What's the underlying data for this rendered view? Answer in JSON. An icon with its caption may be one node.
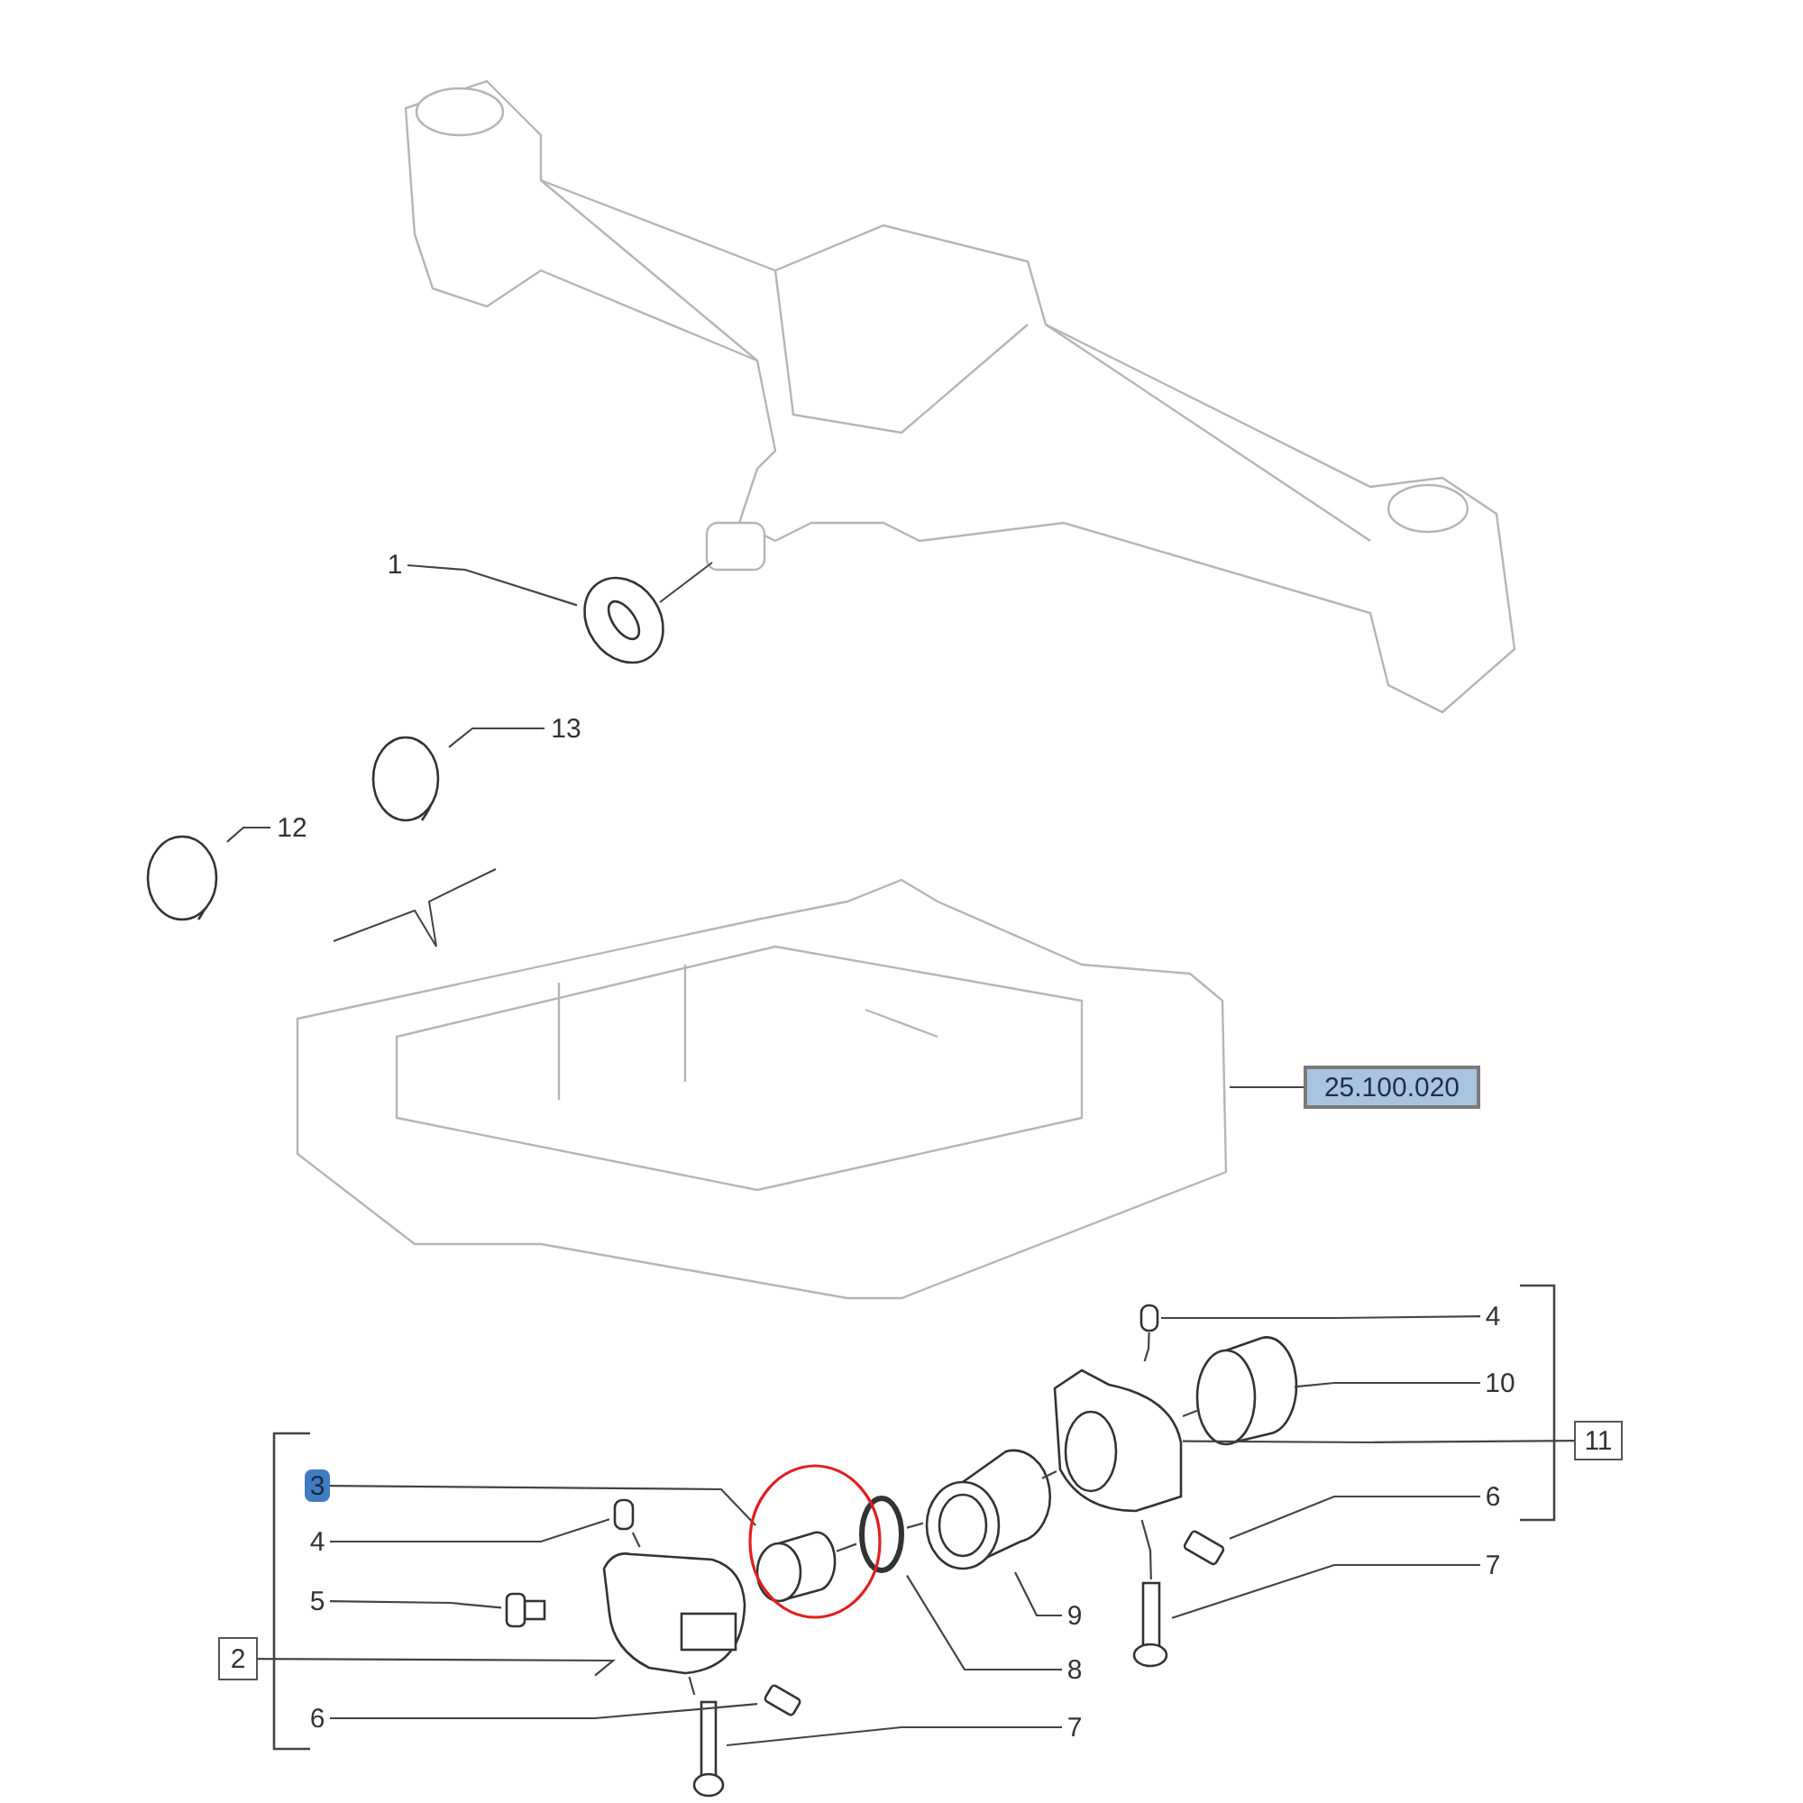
{
  "diagram": {
    "nodes": [
      {
        "text": [
          "1"
        ]
      },
      {
        "text": [
          "13"
        ]
      },
      {
        "text": [
          "12"
        ]
      },
      {
        "text": [
          "25.100.020"
        ]
      },
      {
        "text": [
          "3"
        ]
      },
      {
        "text": [
          "4"
        ]
      },
      {
        "text": [
          "5"
        ]
      },
      {
        "text": [
          "2"
        ]
      },
      {
        "text": [
          "6"
        ]
      },
      {
        "text": [
          "4"
        ]
      },
      {
        "text": [
          "10"
        ]
      },
      {
        "text": [
          "11"
        ]
      },
      {
        "text": [
          "6"
        ]
      },
      {
        "text": [
          "7"
        ]
      },
      {
        "text": [
          "9"
        ]
      },
      {
        "text": [
          "8"
        ]
      },
      {
        "text": [
          "7"
        ]
      },
      {
        "text": [],
        "shape": "circle"
      },
      {
        "text": [],
        "shape": "circle"
      },
      {
        "text": [],
        "shape": "circle"
      },
      {
        "text": [],
        "shape": "picture"
      },
      {
        "text": [],
        "shape": "cylinder"
      },
      {
        "text": [],
        "shape": "box"
      },
      {
        "text": [],
        "shape": "picture"
      },
      {
        "text": [],
        "shape": "picture"
      },
      {
        "text": [],
        "shape": "box"
      },
      {
        "text": [],
        "shape": "picture"
      },
      {
        "text": [],
        "shape": "circle"
      },
      {
        "text": [],
        "shape": "cylinder"
      },
      {
        "text": [],
        "shape": "picture"
      },
      {
        "text": [],
        "shape": "cylinder"
      },
      {
        "text": [],
        "shape": "box"
      },
      {
        "text": [],
        "shape": "box"
      },
      {
        "text": [],
        "shape": "picture"
      }
    ],
    "edges": [
      {
        "from": 0,
        "to": 17,
        "arrow": "none"
      },
      {
        "from": 1,
        "to": 18,
        "arrow": "none"
      },
      {
        "from": 2,
        "to": 19,
        "arrow": "none"
      },
      {
        "from": 3,
        "to": 20,
        "arrow": "none"
      },
      {
        "from": 4,
        "to": 21,
        "arrow": "none"
      },
      {
        "from": 5,
        "to": 22,
        "arrow": "none"
      },
      {
        "from": 6,
        "to": 23,
        "arrow": "none"
      },
      {
        "from": 7,
        "to": 24,
        "arrow": "none"
      },
      {
        "from": 8,
        "to": 25,
        "arrow": "none"
      },
      {
        "from": 9,
        "to": 31,
        "arrow": "none"
      },
      {
        "from": 10,
        "to": 30,
        "arrow": "none"
      },
      {
        "from": 11,
        "to": 29,
        "arrow": "none"
      },
      {
        "from": 12,
        "to": 32,
        "arrow": "none"
      },
      {
        "from": 13,
        "to": 33,
        "arrow": "none"
      },
      {
        "from": 14,
        "to": 28,
        "arrow": "none"
      },
      {
        "from": 15,
        "to": 27,
        "arrow": "none"
      },
      {
        "from": 16,
        "to": 26,
        "arrow": "none"
      },
      {
        "from": 21,
        "to": 27,
        "arrow": "none"
      },
      {
        "from": 27,
        "to": 28,
        "arrow": "none"
      },
      {
        "from": 28,
        "to": 29,
        "arrow": "none"
      },
      {
        "from": 29,
        "to": 30,
        "arrow": "none"
      },
      {
        "from": 31,
        "to": 29,
        "arrow": "none"
      },
      {
        "from": 29,
        "to": 33,
        "arrow": "none"
      },
      {
        "from": 22,
        "to": 24,
        "arrow": "none"
      },
      {
        "from": 24,
        "to": 26,
        "arrow": "none"
      }
    ]
  }
}
